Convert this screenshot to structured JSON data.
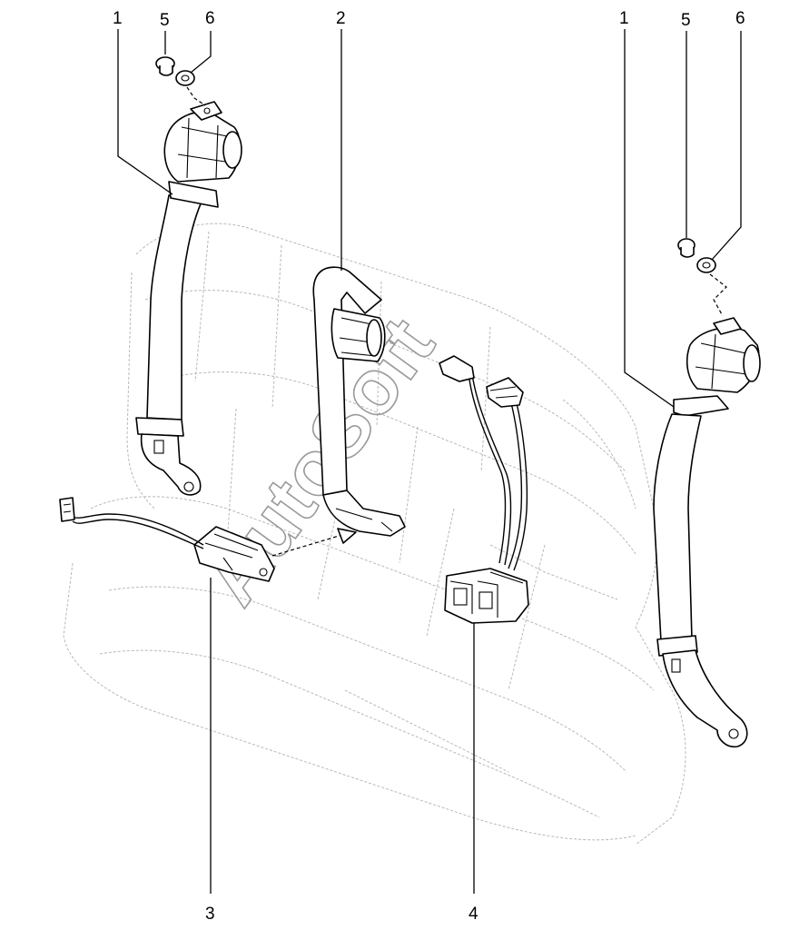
{
  "diagram": {
    "callouts": {
      "belt_left": "1",
      "bolt_left": "5",
      "washer_left": "6",
      "belt_center": "2",
      "buckle_left": "3",
      "buckle_double": "4",
      "belt_right": "1",
      "bolt_right": "5",
      "washer_right": "6"
    },
    "watermark": "AutoSoft"
  }
}
